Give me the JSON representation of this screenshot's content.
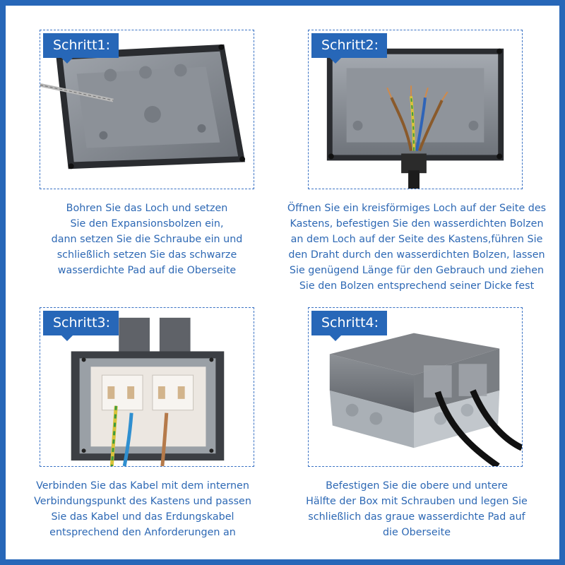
{
  "steps": [
    {
      "label": "Schritt1:",
      "caption_lines": [
        "Bohren Sie das Loch und setzen",
        "Sie den Expansionsbolzen ein,",
        "dann setzen Sie die Schraube ein und",
        "schließlich setzen Sie das schwarze",
        "wasserdichte Pad auf die Oberseite"
      ]
    },
    {
      "label": "Schritt2:",
      "caption_lines": [
        "Öffnen Sie ein kreisförmiges Loch auf der Seite des",
        "Kastens, befestigen Sie den wasserdichten Bolzen",
        "an dem Loch auf der Seite des Kastens,führen Sie",
        "den Draht durch den wasserdichten Bolzen, lassen",
        "Sie genügend Länge für den Gebrauch und ziehen",
        "Sie den Bolzen entsprechend seiner Dicke fest"
      ]
    },
    {
      "label": "Schritt3:",
      "caption_lines": [
        "Verbinden Sie das Kabel mit dem internen",
        "Verbindungspunkt des Kastens und passen",
        "Sie das Kabel und das Erdungskabel",
        "entsprechend den Anforderungen an"
      ]
    },
    {
      "label": "Schritt4:",
      "caption_lines": [
        "Befestigen Sie die obere und untere",
        "Hälfte der Box mit Schrauben und legen Sie",
        "schließlich das graue wasserdichte Pad auf",
        "die Oberseite"
      ]
    }
  ],
  "colors": {
    "accent": "#2767b8",
    "caption_text": "#2d68b4"
  }
}
